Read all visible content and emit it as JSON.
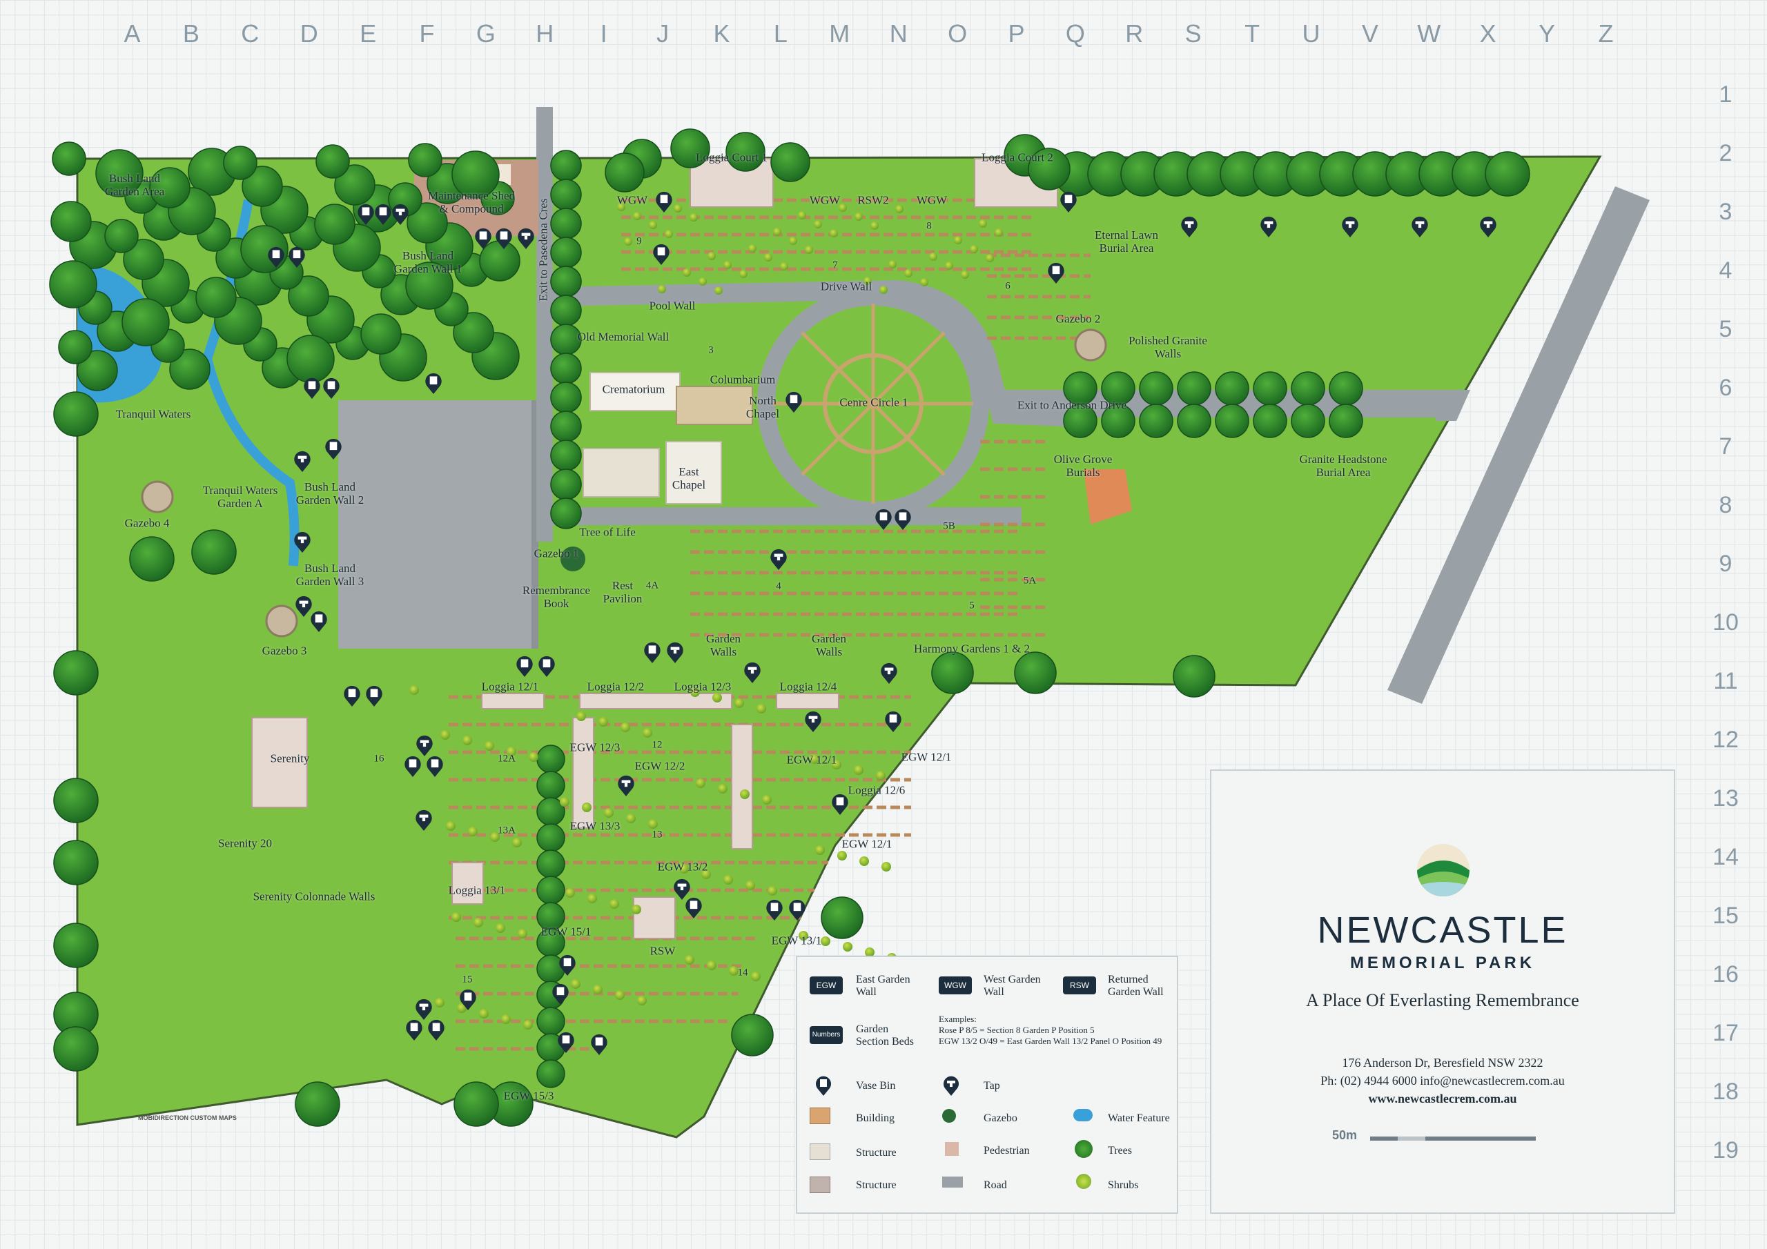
{
  "columns": [
    "A",
    "B",
    "C",
    "D",
    "E",
    "F",
    "G",
    "H",
    "I",
    "J",
    "K",
    "L",
    "M",
    "N",
    "O",
    "P",
    "Q",
    "R",
    "S",
    "T",
    "U",
    "V",
    "W",
    "X",
    "Y",
    "Z"
  ],
  "rows": [
    "1",
    "2",
    "3",
    "4",
    "5",
    "6",
    "7",
    "8",
    "9",
    "10",
    "11",
    "12",
    "13",
    "14",
    "15",
    "16",
    "17",
    "18",
    "19"
  ],
  "places": {
    "bush_land_garden_area": "Bush Land\nGarden Area",
    "maintenance_shed": "Maintenance Shed\n& Compound",
    "bush_land_garden_wall_1": "Bush Land\nGarden Wall 1",
    "exit_pasedena": "Exit to Pasedena Cres",
    "tranquil_waters": "Tranquil Waters",
    "tranquil_waters_garden_a": "Tranquil Waters\nGarden A",
    "gazebo_4": "Gazebo 4",
    "bush_land_garden_wall_2": "Bush Land\nGarden Wall 2",
    "bush_land_garden_wall_3": "Bush Land\nGarden Wall 3",
    "gazebo_3": "Gazebo 3",
    "loggia_court_1": "Loggia Court 1",
    "loggia_court_2": "Loggia Court 2",
    "wgw_left": "WGW",
    "wgw_mid": "WGW",
    "rsw2": "RSW2",
    "wgw_right": "WGW",
    "sec_9": "9",
    "sec_7": "7",
    "sec_8": "8",
    "sec_6": "6",
    "drive_wall": "Drive Wall",
    "pool_wall": "Pool Wall",
    "old_memorial_wall": "Old Memorial Wall",
    "sec_3": "3",
    "columbarium": "Columbarium",
    "crematorium": "Crematorium",
    "north_chapel": "North\nChapel",
    "east_chapel": "East\nChapel",
    "centre_circle": "Cenre Circle 1",
    "eternal_lawn": "Eternal Lawn\nBurial Area",
    "gazebo_2": "Gazebo 2",
    "polished_granite": "Polished Granite\nWalls",
    "exit_anderson": "Exit to Anderson Drive",
    "olive_grove": "Olive Grove\nBurials",
    "granite_headstone": "Granite Headstone\nBurial Area",
    "tree_of_life": "Tree of Life",
    "gazebo_1": "Gazebo 1",
    "remembrance_book": "Remembrance\nBook",
    "rest_pavilion": "Rest\nPavilion",
    "sec_4a": "4A",
    "sec_4": "4",
    "sec_5b": "5B",
    "sec_5a": "5A",
    "sec_5": "5",
    "garden_walls_1": "Garden\nWalls",
    "garden_walls_2": "Garden\nWalls",
    "harmony_gardens": "Harmony Gardens 1 & 2",
    "loggia_12_1": "Loggia 12/1",
    "loggia_12_2": "Loggia 12/2",
    "loggia_12_3": "Loggia 12/3",
    "loggia_12_4": "Loggia 12/4",
    "serenity": "Serenity",
    "sec_16": "16",
    "sec_12a": "12A",
    "egw_12_3": "EGW 12/3",
    "sec_12": "12",
    "egw_12_2": "EGW 12/2",
    "egw_12_1a": "EGW 12/1",
    "egw_12_1b": "EGW 12/1",
    "loggia_12_6": "Loggia 12/6",
    "serenity_20": "Serenity 20",
    "serenity_colonnade": "Serenity Colonnade Walls",
    "sec_13a": "13A",
    "egw_13_3": "EGW 13/3",
    "sec_13": "13",
    "egw_12_1c": "EGW 12/1",
    "egw_13_2": "EGW 13/2",
    "loggia_13_1": "Loggia 13/1",
    "egw_15_1": "EGW 15/1",
    "rsw": "RSW",
    "egw_13_1": "EGW 13/1",
    "sec_14": "14",
    "sec_15": "15",
    "egw_15_3": "EGW 15/3"
  },
  "legend": {
    "abbrev": [
      {
        "badge": "EGW",
        "label": "East Garden\nWall"
      },
      {
        "badge": "WGW",
        "label": "West Garden\nWall"
      },
      {
        "badge": "RSW",
        "label": "Returned\nGarden Wall"
      }
    ],
    "numbers_badge": "Numbers",
    "numbers_label": "Garden\nSection Beds",
    "examples_title": "Examples:",
    "example_1": "Rose P 8/5 = Section 8 Garden P Position 5",
    "example_2": "EGW 13/2 O/49 = East Garden Wall 13/2 Panel O Position 49",
    "vase_bin": "Vase Bin",
    "tap": "Tap",
    "building": "Building",
    "gazebo": "Gazebo",
    "water_feature": "Water Feature",
    "structure_1": "Structure",
    "pedestrian": "Pedestrian",
    "trees": "Trees",
    "structure_2": "Structure",
    "road": "Road",
    "shrubs": "Shrubs"
  },
  "info": {
    "name": "NEWCASTLE",
    "subtitle": "MEMORIAL PARK",
    "tagline": "A Place Of Everlasting Remembrance",
    "address": "176 Anderson Dr, Beresfield NSW 2322",
    "phone_email": "Ph: (02) 4944 6000 info@newcastlecrem.com.au",
    "website": "www.newcastlecrem.com.au",
    "scale": "50m"
  },
  "credit": "MOBIDIRECTION CUSTOM MAPS",
  "colors": {
    "grass": "#7dc142",
    "road": "#9aa1a6",
    "water": "#3aa0d8",
    "path": "#c9b8a0",
    "navy": "#1c2e3d"
  }
}
